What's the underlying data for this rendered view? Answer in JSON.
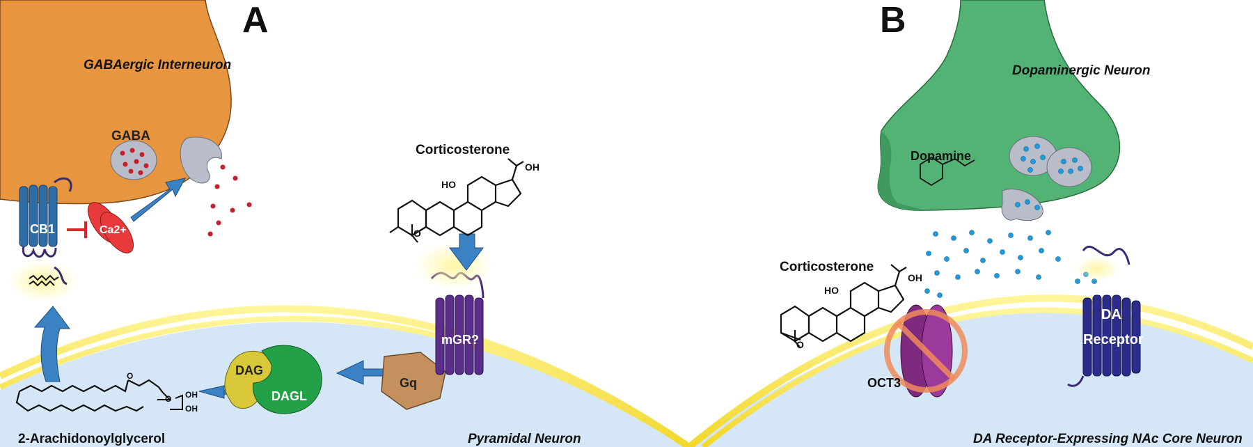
{
  "panels": {
    "a": {
      "letter": "A",
      "presynaptic_label": "GABAergic Interneuron",
      "postsynaptic_label": "Pyramidal Neuron",
      "vesicle_label": "GABA",
      "receptor_label": "CB1",
      "ion_label": "Ca2+",
      "ligand_label": "Corticosterone",
      "membrane_receptor_label": "mGR?",
      "gprotein_label": "Gq",
      "dag_label": "DAG",
      "dagl_label": "DAGL",
      "endocannabinoid_label": "2-Arachidonoylglycerol",
      "mol": {
        "ho": "HO",
        "oh": "OH",
        "o": "O"
      }
    },
    "b": {
      "letter": "B",
      "presynaptic_label": "Dopaminergic Neuron",
      "postsynaptic_label": "DA Receptor-Expressing NAc Core Neuron",
      "vesicle_label": "Dopamine",
      "ligand_label": "Corticosterone",
      "transporter_label": "OCT3",
      "receptor_label_1": "DA",
      "receptor_label_2": "Receptor",
      "mol": {
        "ho": "HO",
        "oh": "OH",
        "o": "O"
      }
    }
  },
  "colors": {
    "gaba_neuron": "#E8953F",
    "da_neuron": "#52B374",
    "post_cytoplasm": "#D5E7F6",
    "membrane": "#F5E43A",
    "receptor_blue": "#2E6DA6",
    "receptor_purple": "#5B2E8A",
    "arrow": "#3B82C4",
    "inhibit": "#D8262B",
    "gaba_dot": "#C8202B",
    "dopamine_dot": "#1E9BE0",
    "gq": "#C4915E",
    "dag": "#D8C83A",
    "dagl": "#23A048",
    "oct3": "#7E2A7E",
    "block": "#F08A5B"
  }
}
